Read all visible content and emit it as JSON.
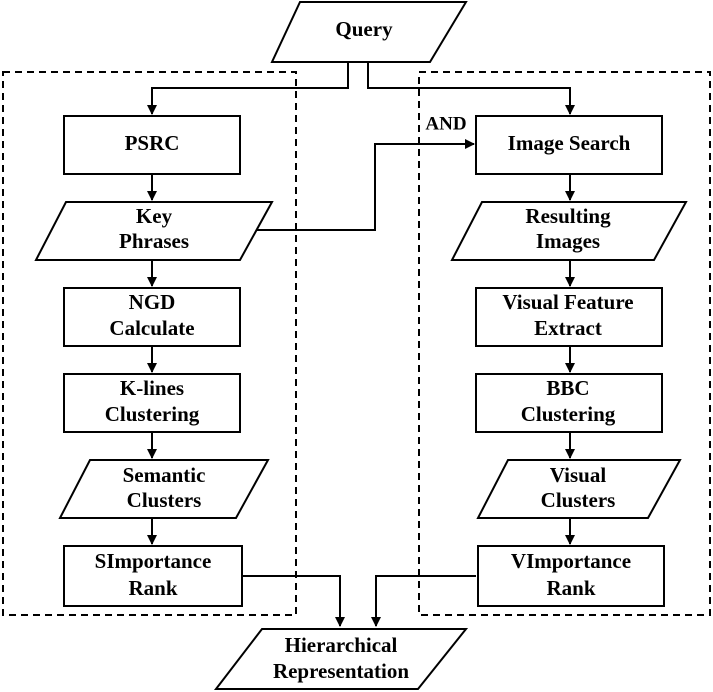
{
  "nodes": {
    "query": {
      "lines": [
        "Query"
      ]
    },
    "psrc": {
      "lines": [
        "PSRC"
      ]
    },
    "key_phrases": {
      "lines": [
        "Key",
        "Phrases"
      ]
    },
    "ngd": {
      "lines": [
        "NGD",
        "Calculate"
      ]
    },
    "klines": {
      "lines": [
        "K-lines",
        "Clustering"
      ]
    },
    "semantic_clusters": {
      "lines": [
        "Semantic",
        "Clusters"
      ]
    },
    "simportance": {
      "lines": [
        "SImportance",
        "Rank"
      ]
    },
    "image_search": {
      "lines": [
        "Image Search"
      ]
    },
    "resulting_images": {
      "lines": [
        "Resulting",
        "Images"
      ]
    },
    "visual_feature": {
      "lines": [
        "Visual Feature",
        "Extract"
      ]
    },
    "bbc": {
      "lines": [
        "BBC",
        "Clustering"
      ]
    },
    "visual_clusters": {
      "lines": [
        "Visual",
        "Clusters"
      ]
    },
    "vimportance": {
      "lines": [
        "VImportance",
        "Rank"
      ]
    },
    "hierarchical": {
      "lines": [
        "Hierarchical",
        "Representation"
      ]
    }
  },
  "edge_labels": {
    "and": "AND"
  }
}
